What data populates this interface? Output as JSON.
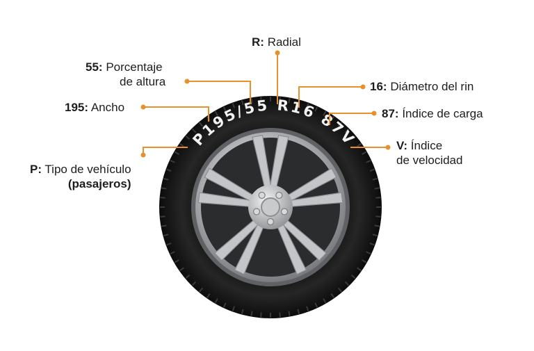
{
  "sidewall_code": "P195/55 R16 87V",
  "colors": {
    "accent": "#e8912c",
    "tire": "#1b1b1b",
    "rim": "#a9abae"
  },
  "labels": {
    "radial": {
      "code": "R:",
      "text": "Radial"
    },
    "height": {
      "code": "55:",
      "line1": "Porcentaje",
      "line2": "de altura"
    },
    "rim_diameter": {
      "code": "16:",
      "text": "Diámetro del rin"
    },
    "width": {
      "code": "195:",
      "text": "Ancho"
    },
    "load_index": {
      "code": "87:",
      "text": "Índice de carga"
    },
    "speed_index": {
      "code": "V:",
      "line1": "Índice",
      "line2": "de velocidad"
    },
    "vehicle_type": {
      "code": "P:",
      "line1": "Tipo de vehículo",
      "line2": "(pasajeros)"
    }
  }
}
